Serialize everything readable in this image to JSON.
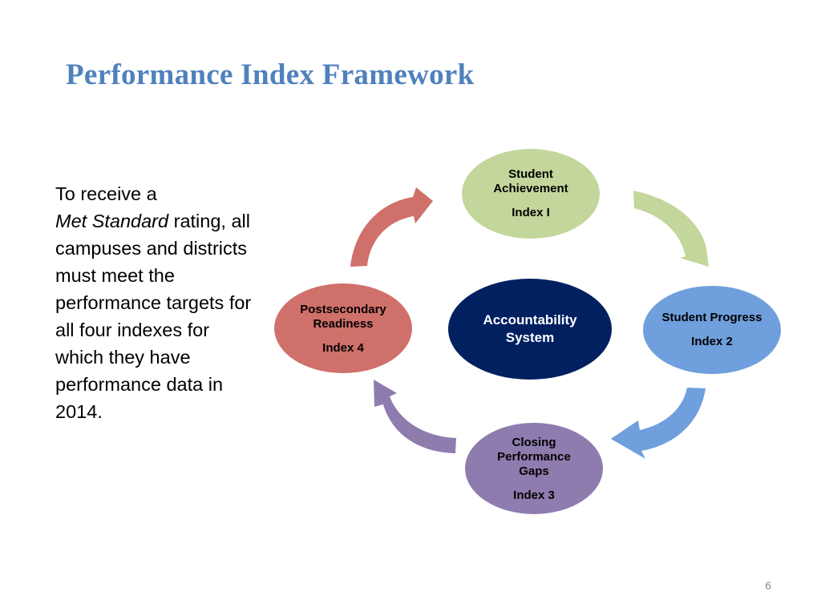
{
  "slide": {
    "title": "Performance Index Framework",
    "body": {
      "line1": "To receive a",
      "emphasis": "Met Standard",
      "rest": " rating, all campuses and districts must meet the performance targets for all four indexes for which they have performance data in 2014."
    },
    "page_number": "6"
  },
  "diagram": {
    "center": {
      "label": "Accountability System",
      "color": "#002060"
    },
    "nodes": [
      {
        "name": "Student Achievement",
        "index": "Index I",
        "color": "#C3D69B"
      },
      {
        "name": "Student Progress",
        "index": "Index 2",
        "color": "#6F9FDC"
      },
      {
        "name": "Closing Performance Gaps",
        "index": "Index 3",
        "color": "#8E7CAF"
      },
      {
        "name": "Postsecondary Readiness",
        "index": "Index 4",
        "color": "#D0706A"
      }
    ],
    "arrows": [
      {
        "from": "Student Achievement",
        "to": "Student Progress",
        "color": "#C3D69B"
      },
      {
        "from": "Student Progress",
        "to": "Closing Performance Gaps",
        "color": "#6F9FDC"
      },
      {
        "from": "Closing Performance Gaps",
        "to": "Postsecondary Readiness",
        "color": "#8E7CAF"
      },
      {
        "from": "Postsecondary Readiness",
        "to": "Student Achievement",
        "color": "#D0706A"
      }
    ]
  }
}
